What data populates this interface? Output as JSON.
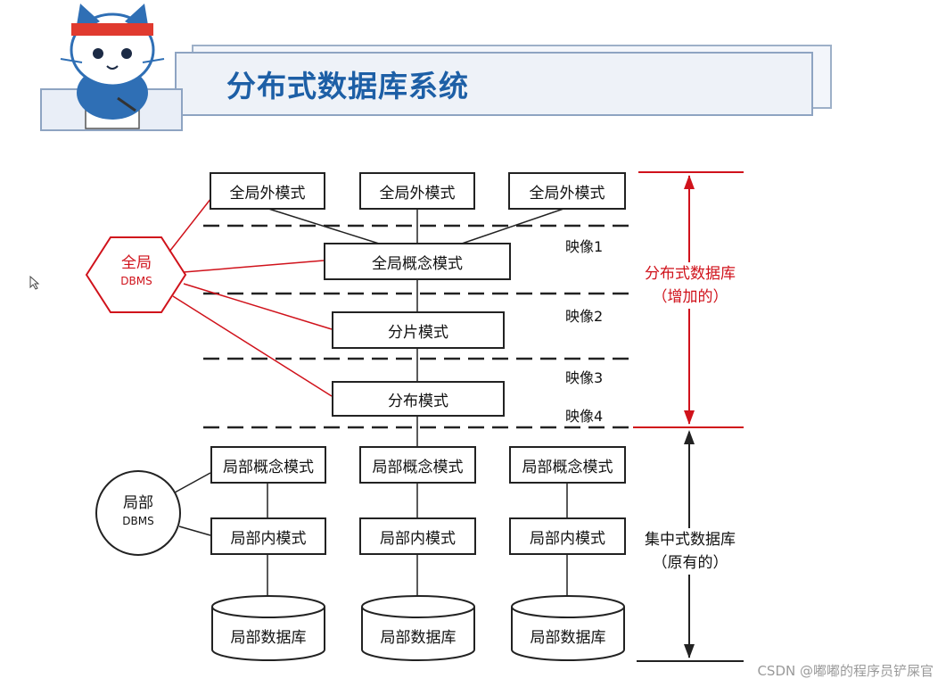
{
  "header": {
    "title": "分布式数据库系统"
  },
  "global_external": [
    "全局外模式",
    "全局外模式",
    "全局外模式"
  ],
  "global_conceptual": "全局概念模式",
  "fragmentation": "分片模式",
  "allocation": "分布模式",
  "mappings": [
    "映像1",
    "映像2",
    "映像3",
    "映像4"
  ],
  "global_dbms": {
    "line1": "全局",
    "line2": "DBMS"
  },
  "local_dbms": {
    "line1": "局部",
    "line2": "DBMS"
  },
  "sites": [
    {
      "conceptual": "局部概念模式",
      "internal": "局部内模式",
      "database": "局部数据库"
    },
    {
      "conceptual": "局部概念模式",
      "internal": "局部内模式",
      "database": "局部数据库"
    },
    {
      "conceptual": "局部概念模式",
      "internal": "局部内模式",
      "database": "局部数据库"
    }
  ],
  "side_labels": {
    "distributed": {
      "line1": "分布式数据库",
      "line2": "（增加的）"
    },
    "centralized": {
      "line1": "集中式数据库",
      "line2": "（原有的）"
    }
  },
  "watermark": "CSDN @嘟嘟的程序员铲屎官",
  "colors": {
    "accent_red": "#d0121b",
    "title_blue": "#1d5fa6",
    "line": "#222222"
  }
}
